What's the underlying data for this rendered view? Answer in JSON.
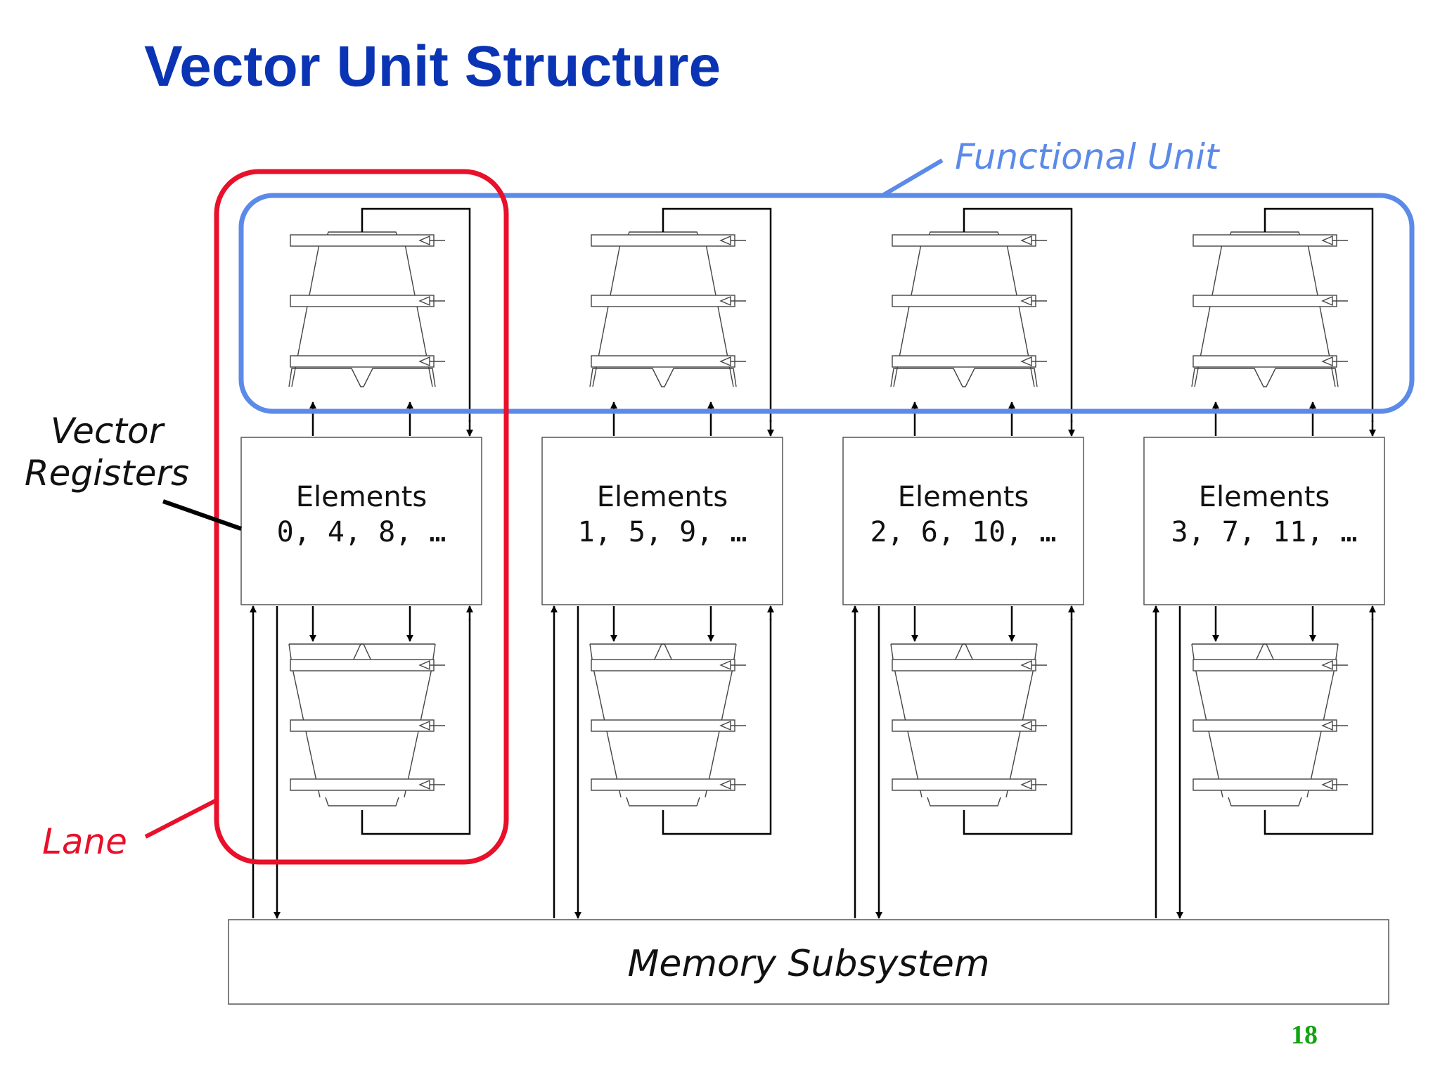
{
  "slide": {
    "title": "Vector Unit Structure",
    "page_number": "18"
  },
  "labels": {
    "functional_unit": "Functional Unit",
    "vector_registers_line1": "Vector",
    "vector_registers_line2": "Registers",
    "lane": "Lane",
    "memory_subsystem": "Memory Subsystem"
  },
  "lanes": [
    {
      "heading": "Elements",
      "elements": "0, 4, 8, …"
    },
    {
      "heading": "Elements",
      "elements": "1, 5, 9, …"
    },
    {
      "heading": "Elements",
      "elements": "2, 6, 10, …"
    },
    {
      "heading": "Elements",
      "elements": "3, 7, 11, …"
    }
  ],
  "colors": {
    "title": "#0a34b4",
    "functional_unit": "#5b8ae8",
    "lane": "#e8102a",
    "page_number": "#13a313",
    "diagram_line": "#000000",
    "pipeline_stroke": "#444444"
  }
}
